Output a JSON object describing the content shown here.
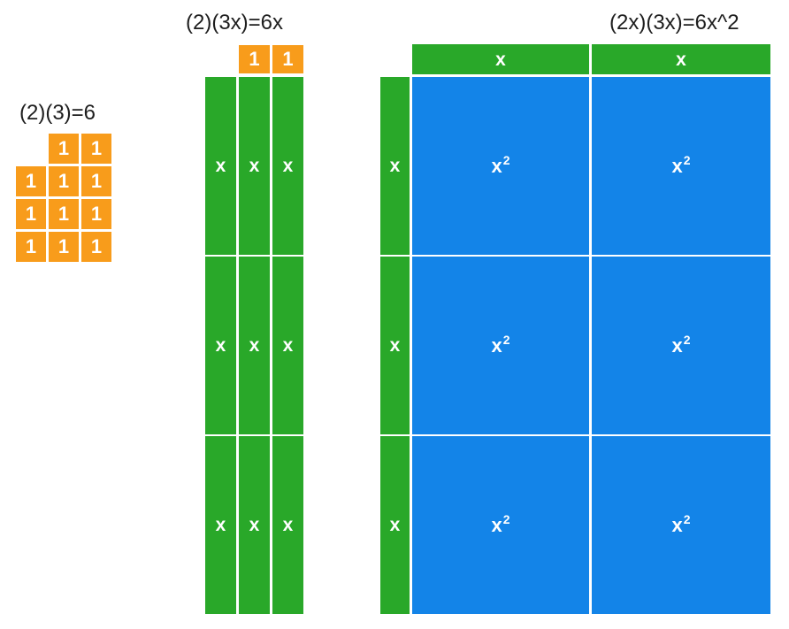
{
  "background": "#FFFFFF",
  "colors": {
    "unit_tile": "#F89C1B",
    "x_tile": "#29A829",
    "x_squared_tile": "#1384E8",
    "tile_label": "#FFFFFF",
    "title_text": "#1E1E1E"
  },
  "labels": {
    "unit": "1",
    "x": "x",
    "x_squared_base": "x",
    "x_squared_exponent": "2"
  },
  "fig1": {
    "title": "(2)(3)=6",
    "rows": [
      [
        "",
        "1",
        "1"
      ],
      [
        "1",
        "1",
        "1"
      ],
      [
        "1",
        "1",
        "1"
      ],
      [
        "1",
        "1",
        "1"
      ]
    ]
  },
  "fig2": {
    "title": "(2)(3x)=6x",
    "header": [
      "1",
      "1"
    ],
    "rows": [
      [
        "x",
        "x",
        "x"
      ],
      [
        "x",
        "x",
        "x"
      ],
      [
        "x",
        "x",
        "x"
      ]
    ]
  },
  "fig3": {
    "title": "(2x)(3x)=6x^2",
    "header": [
      "x",
      "x"
    ],
    "side": [
      "x",
      "x",
      "x"
    ],
    "rows": [
      [
        "x2",
        "x2"
      ],
      [
        "x2",
        "x2"
      ],
      [
        "x2",
        "x2"
      ]
    ]
  }
}
